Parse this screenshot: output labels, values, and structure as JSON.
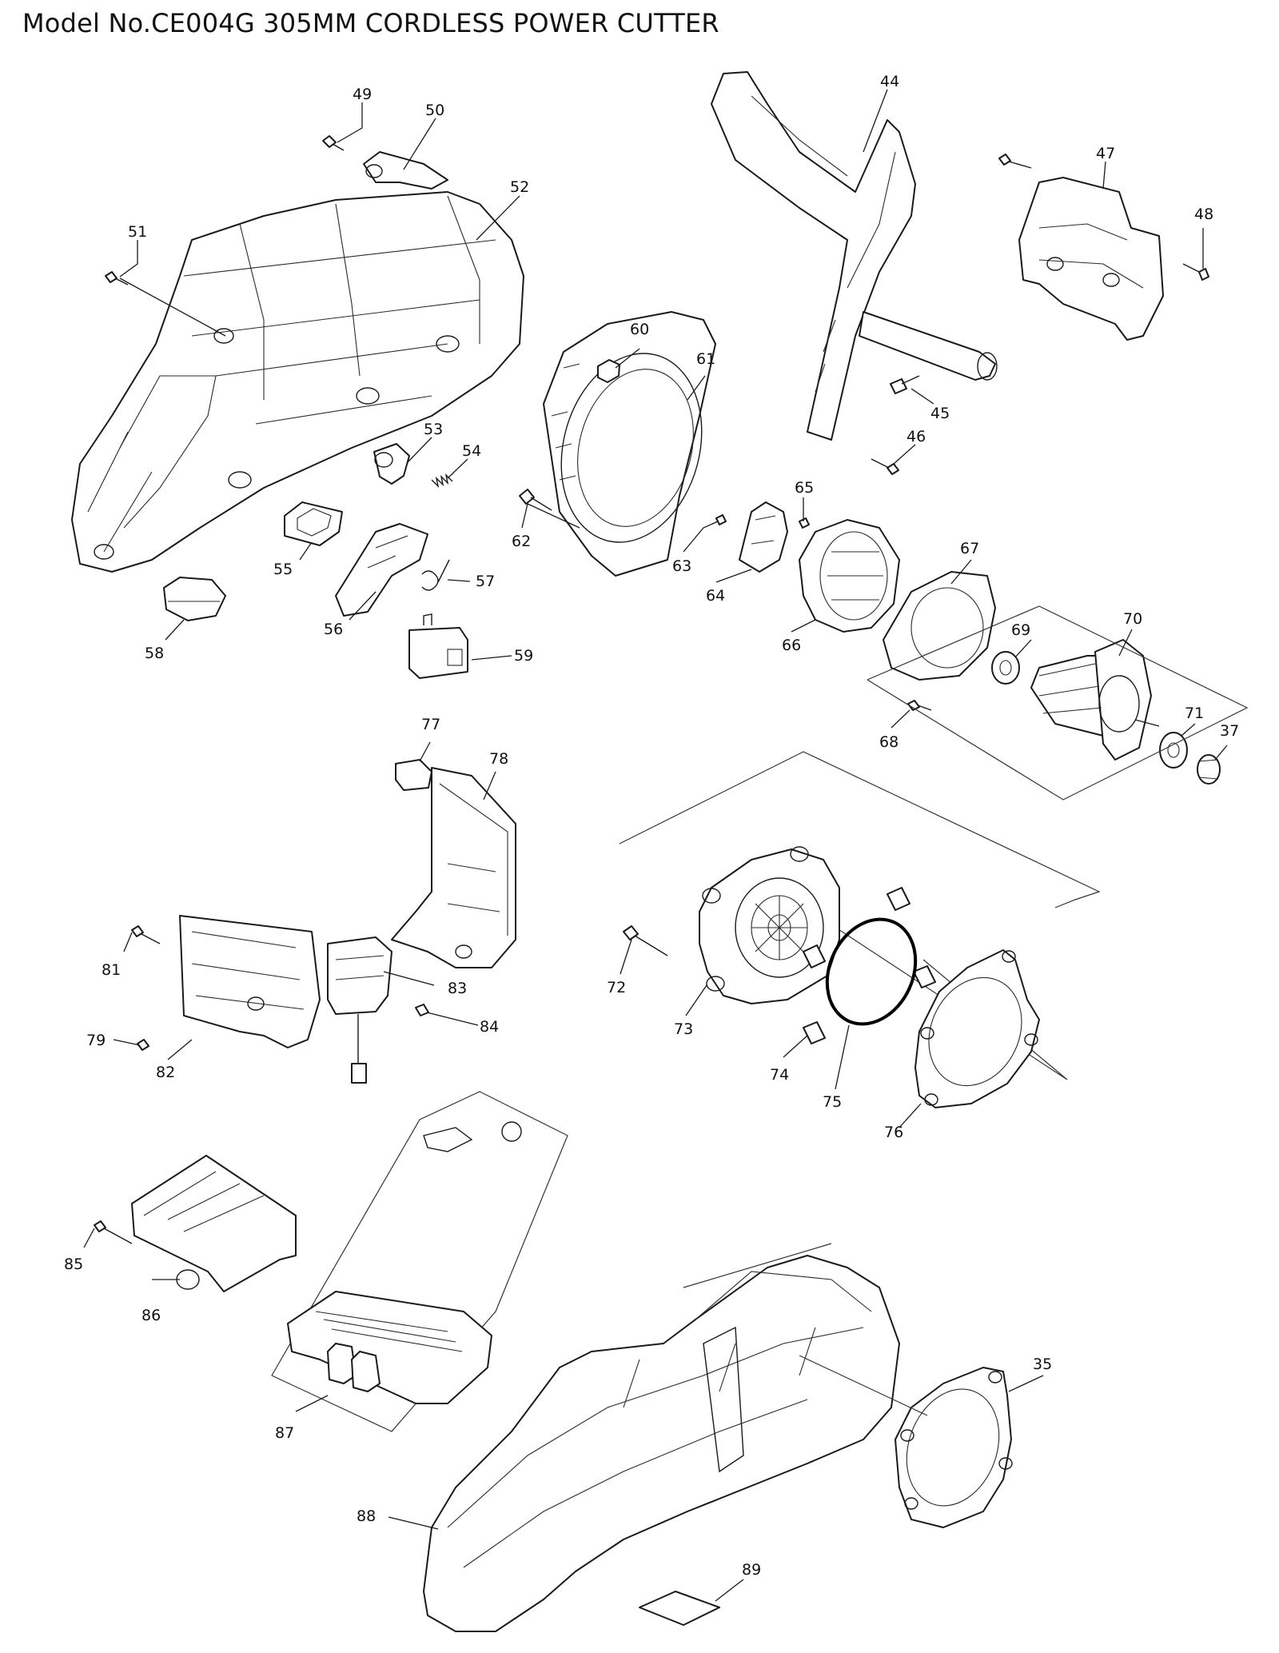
{
  "title": "Model No.CE004G 305MM CORDLESS POWER CUTTER",
  "callouts": [
    {
      "id": "c49",
      "label": "49"
    },
    {
      "id": "c50",
      "label": "50"
    },
    {
      "id": "c51",
      "label": "51"
    },
    {
      "id": "c52",
      "label": "52"
    },
    {
      "id": "c53",
      "label": "53"
    },
    {
      "id": "c54",
      "label": "54"
    },
    {
      "id": "c55",
      "label": "55"
    },
    {
      "id": "c56",
      "label": "56"
    },
    {
      "id": "c57",
      "label": "57"
    },
    {
      "id": "c58",
      "label": "58"
    },
    {
      "id": "c59",
      "label": "59"
    },
    {
      "id": "c44",
      "label": "44"
    },
    {
      "id": "c45",
      "label": "45"
    },
    {
      "id": "c46",
      "label": "46"
    },
    {
      "id": "c47",
      "label": "47"
    },
    {
      "id": "c48",
      "label": "48"
    },
    {
      "id": "c60",
      "label": "60"
    },
    {
      "id": "c61",
      "label": "61"
    },
    {
      "id": "c62",
      "label": "62"
    },
    {
      "id": "c63",
      "label": "63"
    },
    {
      "id": "c64",
      "label": "64"
    },
    {
      "id": "c65",
      "label": "65"
    },
    {
      "id": "c66",
      "label": "66"
    },
    {
      "id": "c67",
      "label": "67"
    },
    {
      "id": "c68",
      "label": "68"
    },
    {
      "id": "c69",
      "label": "69"
    },
    {
      "id": "c70",
      "label": "70"
    },
    {
      "id": "c71",
      "label": "71"
    },
    {
      "id": "c37",
      "label": "37"
    },
    {
      "id": "c77",
      "label": "77"
    },
    {
      "id": "c78",
      "label": "78"
    },
    {
      "id": "c81",
      "label": "81"
    },
    {
      "id": "c79",
      "label": "79"
    },
    {
      "id": "c82",
      "label": "82"
    },
    {
      "id": "c83",
      "label": "83"
    },
    {
      "id": "c84",
      "label": "84"
    },
    {
      "id": "c72",
      "label": "72"
    },
    {
      "id": "c73",
      "label": "73"
    },
    {
      "id": "c74",
      "label": "74"
    },
    {
      "id": "c75",
      "label": "75"
    },
    {
      "id": "c76",
      "label": "76"
    },
    {
      "id": "c85",
      "label": "85"
    },
    {
      "id": "c86",
      "label": "86"
    },
    {
      "id": "c87",
      "label": "87"
    },
    {
      "id": "c88",
      "label": "88"
    },
    {
      "id": "c35",
      "label": "35"
    },
    {
      "id": "c89",
      "label": "89"
    }
  ]
}
